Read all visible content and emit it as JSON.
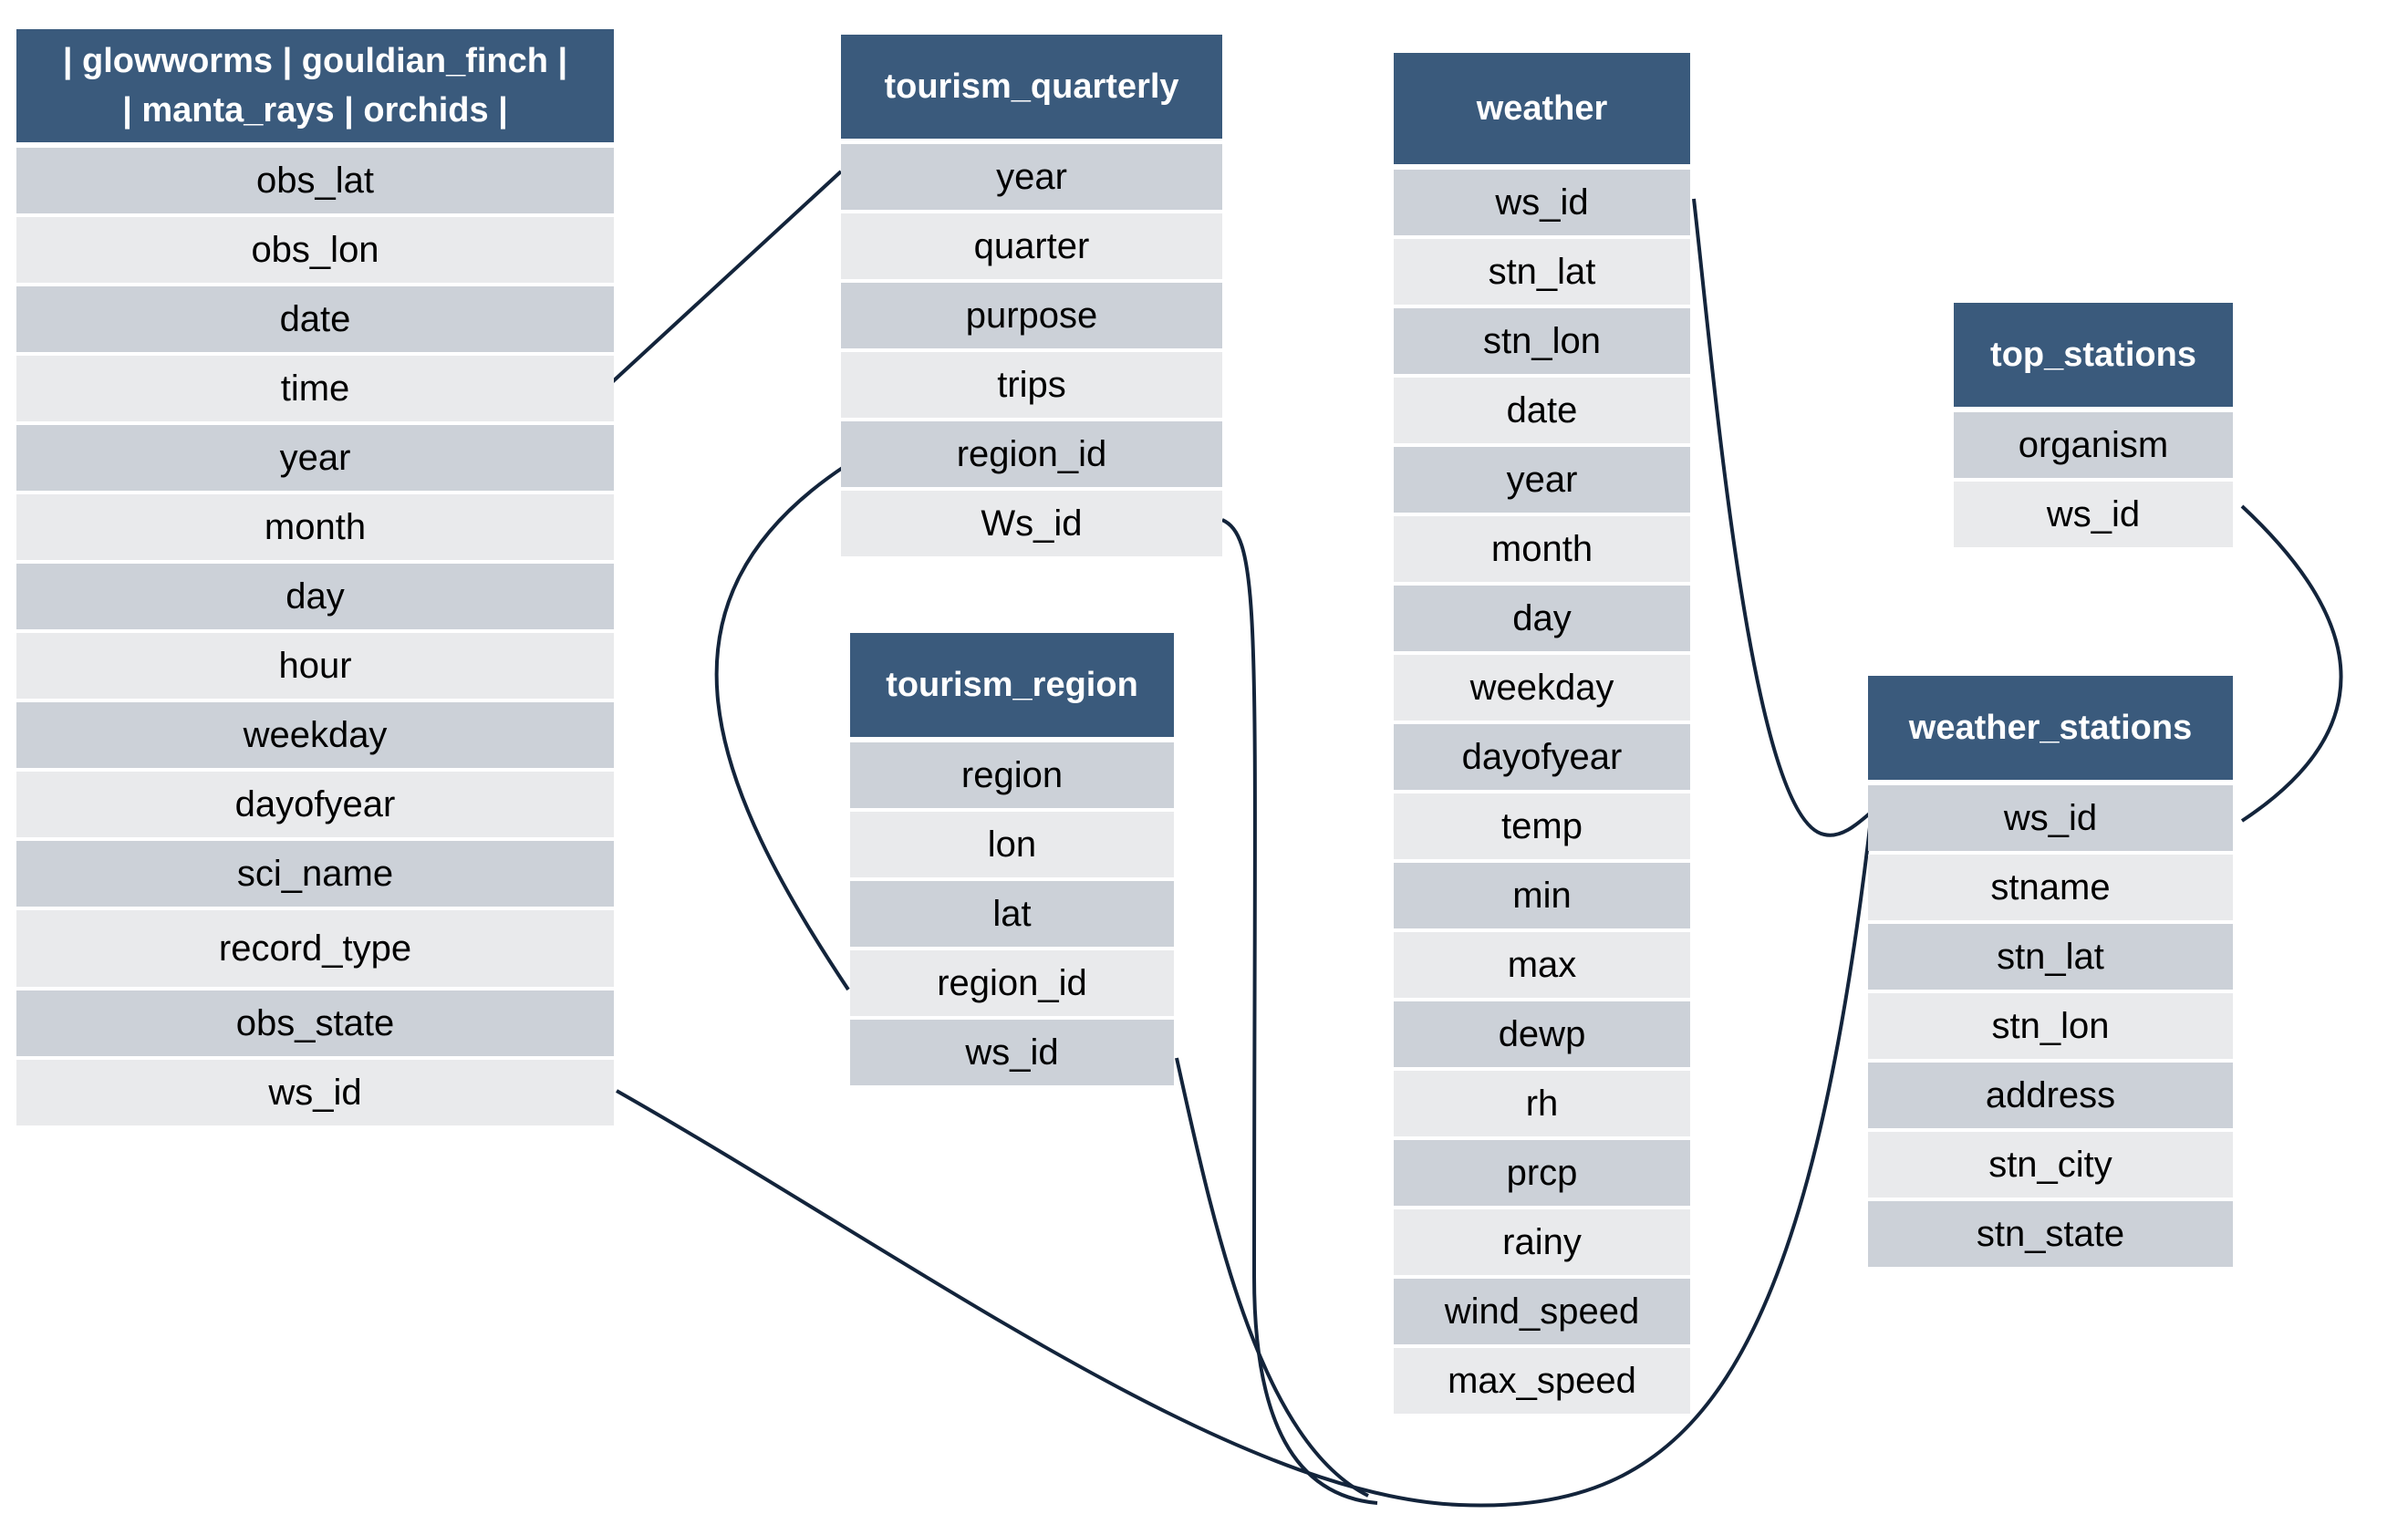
{
  "diagram": {
    "tables": [
      {
        "id": "obs",
        "title_lines": [
          "| glowworms | gouldian_finch |",
          "| manta_rays | orchids |"
        ],
        "fields": [
          "obs_lat",
          "obs_lon",
          "date",
          "time",
          "year",
          "month",
          "day",
          "hour",
          "weekday",
          "dayofyear",
          "sci_name",
          "record_type",
          "obs_state",
          "ws_id"
        ]
      },
      {
        "id": "tq",
        "title_lines": [
          "tourism_quarterly"
        ],
        "fields": [
          "year",
          "quarter",
          "purpose",
          "trips",
          "region_id",
          "Ws_id"
        ]
      },
      {
        "id": "tr",
        "title_lines": [
          "tourism_region"
        ],
        "fields": [
          "region",
          "lon",
          "lat",
          "region_id",
          "ws_id"
        ]
      },
      {
        "id": "weather",
        "title_lines": [
          "weather"
        ],
        "fields": [
          "ws_id",
          "stn_lat",
          "stn_lon",
          "date",
          "year",
          "month",
          "day",
          "weekday",
          "dayofyear",
          "temp",
          "min",
          "max",
          "dewp",
          "rh",
          "prcp",
          "rainy",
          "wind_speed",
          "max_speed"
        ]
      },
      {
        "id": "top",
        "title_lines": [
          "top_stations"
        ],
        "fields": [
          "organism",
          "ws_id"
        ]
      },
      {
        "id": "ws",
        "title_lines": [
          "weather_stations"
        ],
        "fields": [
          "ws_id",
          "stname",
          "stn_lat",
          "stn_lon",
          "address",
          "stn_city",
          "stn_state"
        ]
      }
    ],
    "relationships": [
      {
        "from": "| glowworms | gouldian_finch | | manta_rays | orchids |.time",
        "to": "tourism_quarterly.year"
      },
      {
        "from": "tourism_quarterly.region_id",
        "to": "tourism_region.region_id"
      },
      {
        "from": "| glowworms | gouldian_finch | | manta_rays | orchids |.ws_id",
        "to": "weather_stations.ws_id"
      },
      {
        "from": "tourism_quarterly.Ws_id",
        "to": "weather_stations.ws_id"
      },
      {
        "from": "tourism_region.ws_id",
        "to": "weather_stations.ws_id"
      },
      {
        "from": "weather.ws_id",
        "to": "weather_stations.ws_id"
      },
      {
        "from": "top_stations.ws_id",
        "to": "weather_stations.ws_id"
      }
    ],
    "colors": {
      "header": "#3a5a7c",
      "header_text": "#ffffff",
      "row_dark": "#ccd1d8",
      "row_light": "#e9eaec",
      "connector": "#13243b"
    }
  }
}
